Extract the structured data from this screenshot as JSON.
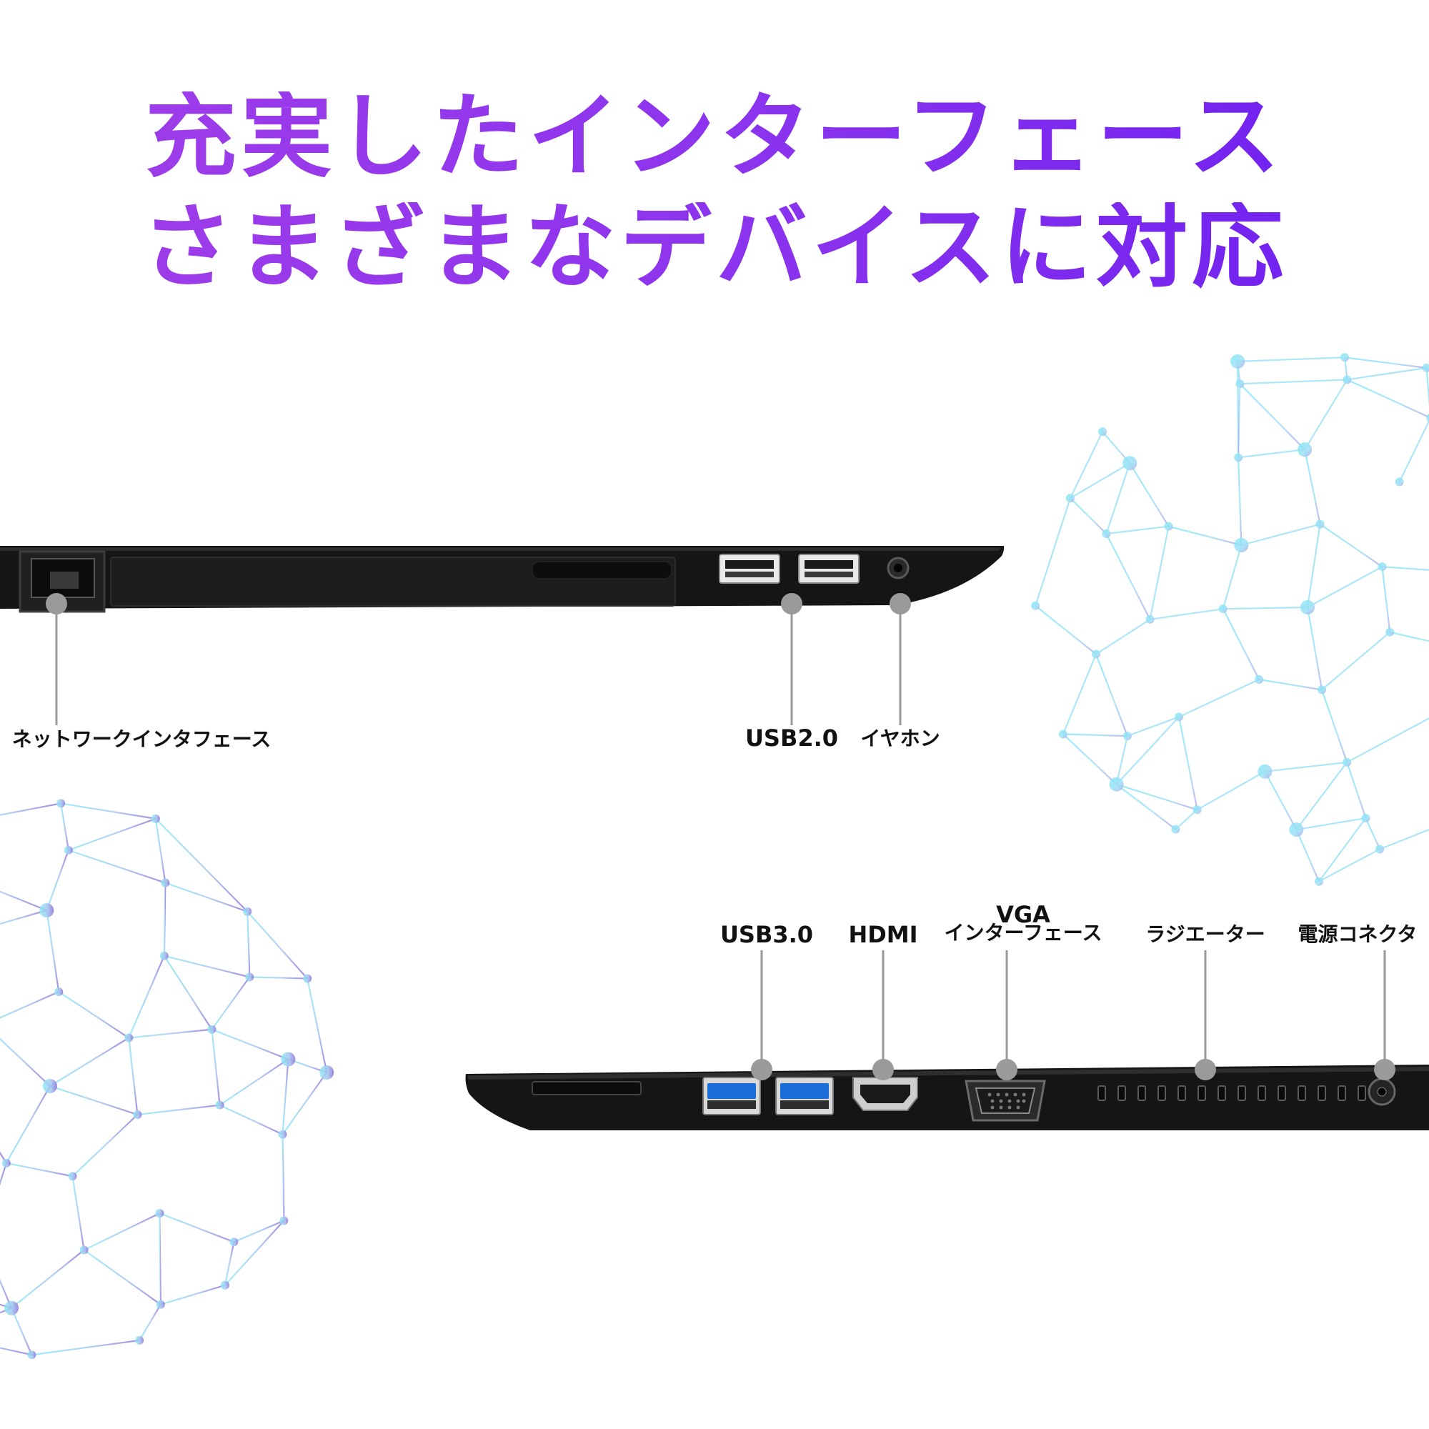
{
  "title": {
    "line1": "充実したインターフェース",
    "line2": "さまざまなデバイスに対応"
  },
  "title_gradient": [
    "#a13ee8",
    "#6d1ff0"
  ],
  "accent_colors": {
    "sphere_cyan": "#7fe9f6",
    "sphere_purple": "#8b6fd8",
    "callout_gray": "#9a9a9a",
    "laptop_body": "#151515"
  },
  "top_side_ports": {
    "network": "ネットワークインタフェース",
    "usb2": "USB2.0",
    "earphone": "イヤホン"
  },
  "bottom_side_ports": {
    "usb3": "USB3.0",
    "hdmi": "HDMI",
    "vga_line1": "VGA",
    "vga_line2": "インターフェース",
    "radiator": "ラジエーター",
    "power": "電源コネクタ"
  },
  "decor": {
    "spheres": "sphere-wireframe-icon",
    "ports": [
      "rj45-port-icon",
      "usb-port-icon",
      "audio-jack-icon",
      "hdmi-port-icon",
      "vga-port-icon",
      "dc-jack-icon"
    ]
  }
}
